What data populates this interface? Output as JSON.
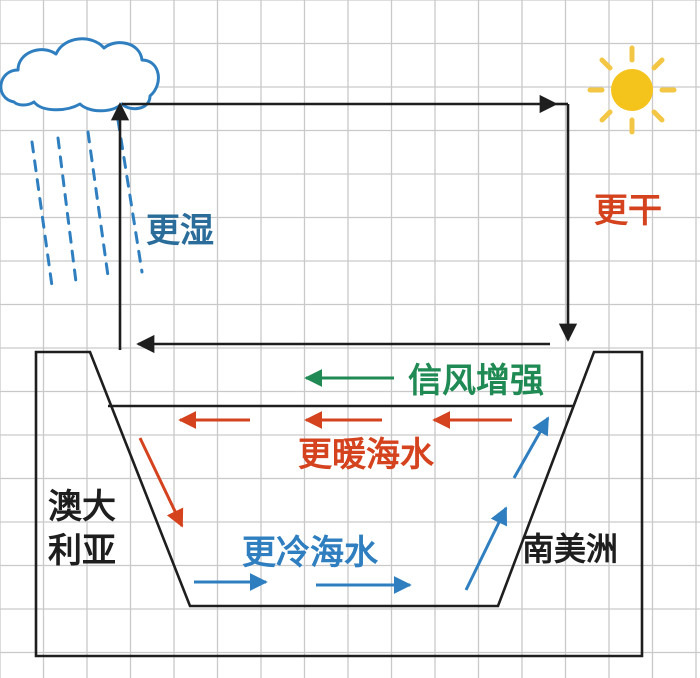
{
  "labels": {
    "wetter": "更湿",
    "drier": "更干",
    "trade_winds": "信风增强",
    "warmer_water": "更暖海水",
    "colder_water": "更冷海水",
    "australia_line1": "澳大",
    "australia_line2": "利亚",
    "south_america": "南美洲"
  },
  "colors": {
    "grid": "#c9c9c9",
    "line": "#1e1e1e",
    "blue_text": "#2a6c9a",
    "blue_arrow": "#2f7fc0",
    "red": "#d4421e",
    "green": "#1f8a54",
    "sun_yellow": "#f4c31c",
    "sun_ray": "#f3c745",
    "cloud": "#2f7fc0",
    "rain": "#2f7fc0"
  }
}
